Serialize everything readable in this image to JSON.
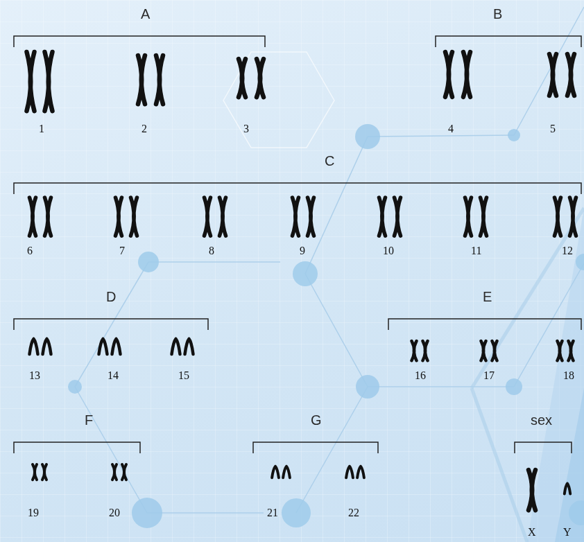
{
  "diagram": {
    "labels": [
      "A",
      "1",
      "2",
      "3",
      "B",
      "4",
      "5",
      "C",
      "6",
      "7",
      "8",
      "9",
      "10",
      "11",
      "12",
      "D",
      "13",
      "14",
      "15",
      "E",
      "16",
      "17",
      "18",
      "F",
      "19",
      "20",
      "G",
      "21",
      "22",
      "sex",
      "X",
      "Y"
    ]
  }
}
